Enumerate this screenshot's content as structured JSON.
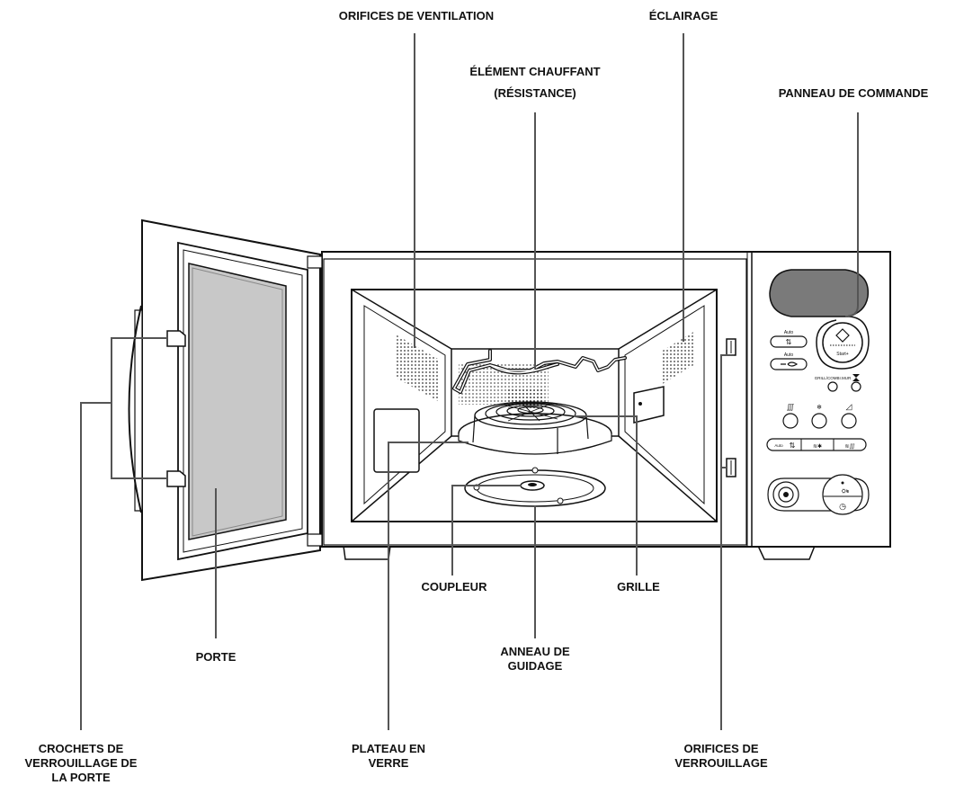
{
  "labels": {
    "vents": [
      "ORIFICES DE VENTILATION"
    ],
    "light": [
      "ÉCLAIRAGE"
    ],
    "heater": [
      "ÉLÉMENT CHAUFFANT",
      "(RÉSISTANCE)"
    ],
    "panel": [
      "PANNEAU DE COMMANDE"
    ],
    "coupler": [
      "COUPLEUR"
    ],
    "grill": [
      "GRILLE"
    ],
    "door": [
      "PORTE"
    ],
    "ring": [
      "ANNEAU DE",
      "GUIDAGE"
    ],
    "hooks": [
      "CROCHETS DE",
      "VERROUILLAGE DE",
      "LA PORTE"
    ],
    "plate": [
      "PLATEAU EN",
      "VERRE"
    ],
    "lockholes": [
      "ORIFICES DE",
      "VERROUILLAGE"
    ]
  },
  "panel_text": {
    "auto": "Auto",
    "start_label": "Start+",
    "grill_label": "GRILL/COMBI.MUR",
    "auto_small": "Auto"
  },
  "icons": [
    "ventilation-holes",
    "light",
    "heating-element",
    "control-panel",
    "coupler",
    "grill-rack",
    "door",
    "roller-ring",
    "door-hooks",
    "glass-tray",
    "lock-holes"
  ],
  "colors": {
    "line": "#111111",
    "leader": "#555555",
    "display": "#7a7a7a",
    "glass": "#c8c8c8"
  }
}
